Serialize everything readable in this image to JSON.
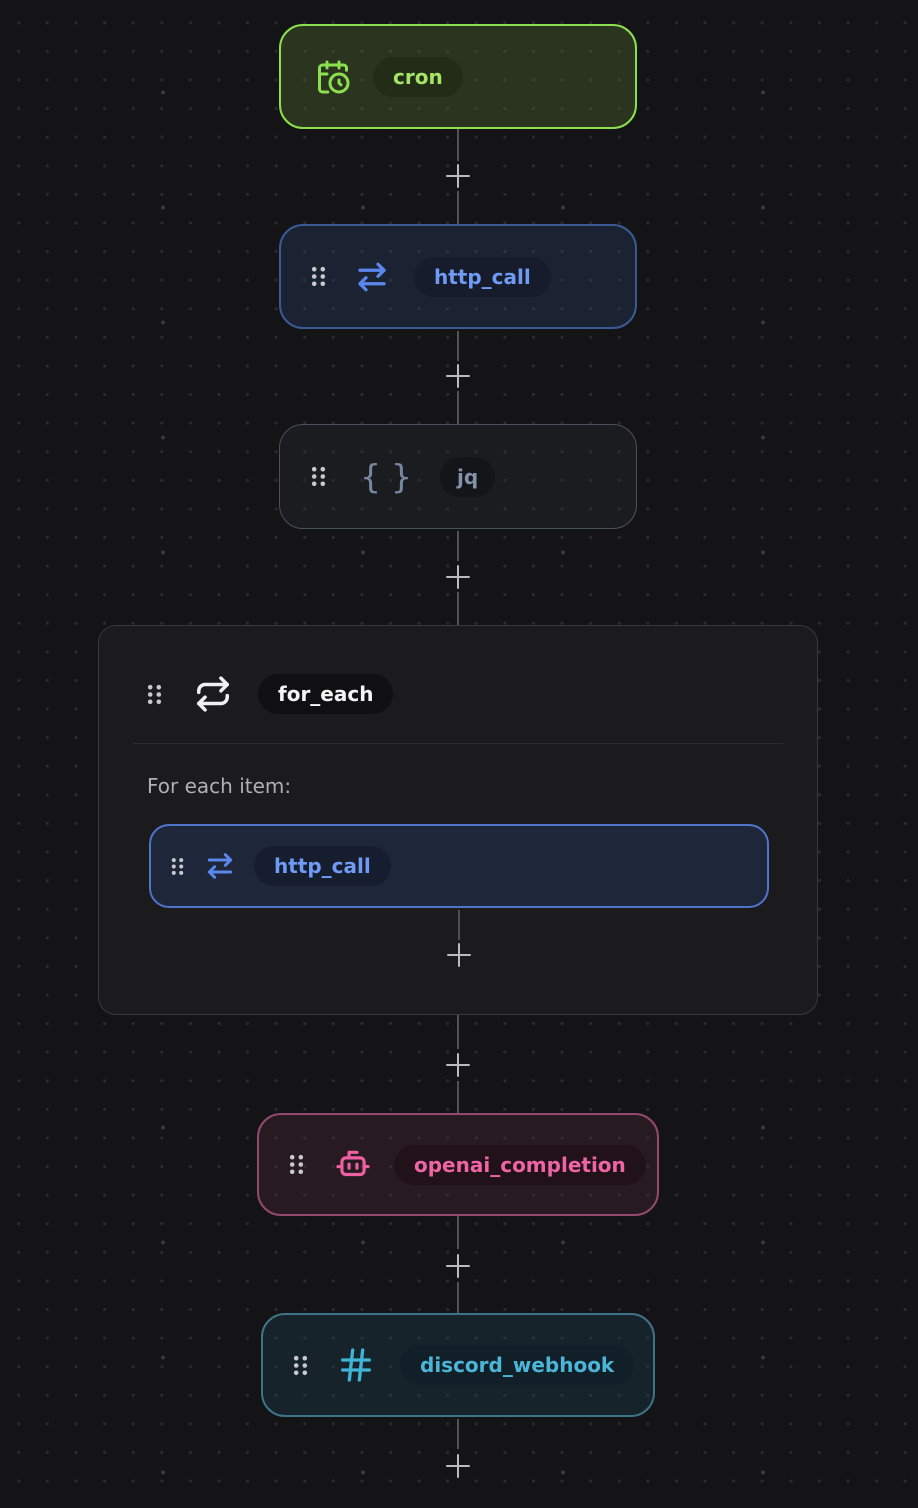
{
  "canvas": {
    "background_color": "#141416",
    "grid_dot_color": "#2b2b30",
    "connector_color": "#515154",
    "plus_symbol": "+"
  },
  "workflow": {
    "nodes": [
      {
        "id": "cron",
        "kind": "trigger",
        "label": "cron",
        "icon": "calendar-clock-icon",
        "accent_color": "#8ce04f"
      },
      {
        "id": "http_call",
        "kind": "step",
        "label": "http_call",
        "icon": "arrows-right-left-icon",
        "accent_color": "#6f9bf5"
      },
      {
        "id": "jq",
        "kind": "step",
        "label": "jq",
        "icon": "curly-braces-icon",
        "icon_glyph_open": "{",
        "icon_glyph_close": "}",
        "accent_color": "#8593a8"
      },
      {
        "id": "for_each",
        "kind": "loop",
        "label": "for_each",
        "icon": "repeat-icon",
        "accent_color": "#f4f4f4",
        "body_caption": "For each item:",
        "children": [
          {
            "id": "http_call_inner",
            "kind": "step",
            "label": "http_call",
            "icon": "arrows-right-left-icon",
            "accent_color": "#6f9bf5"
          }
        ]
      },
      {
        "id": "openai_completion",
        "kind": "step",
        "label": "openai_completion",
        "icon": "bot-icon",
        "accent_color": "#ef64a5"
      },
      {
        "id": "discord_webhook",
        "kind": "step",
        "label": "discord_webhook",
        "icon": "hash-icon",
        "accent_color": "#4cb6d9"
      }
    ]
  }
}
